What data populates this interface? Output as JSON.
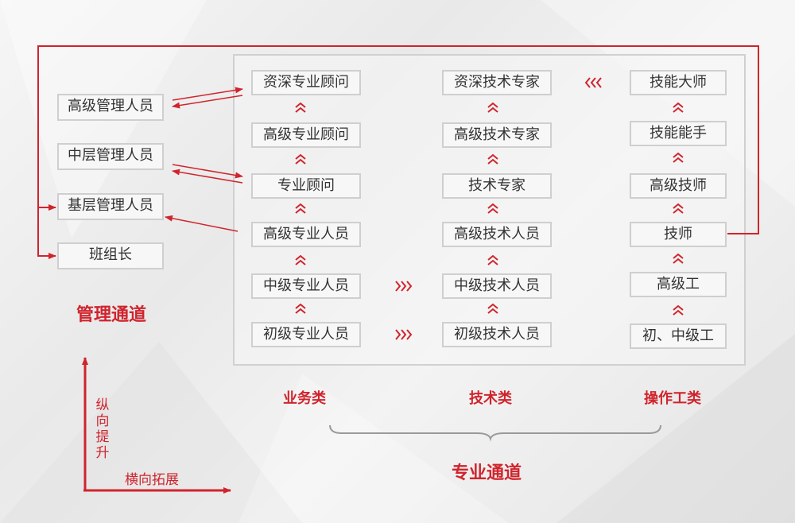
{
  "management": {
    "title": "管理通道",
    "roles": [
      "高级管理人员",
      "中层管理人员",
      "基层管理人员",
      "班组长"
    ]
  },
  "business": {
    "title": "业务类",
    "roles": [
      "资深专业顾问",
      "高级专业顾问",
      "专业顾问",
      "高级专业人员",
      "中级专业人员",
      "初级专业人员"
    ]
  },
  "technical": {
    "title": "技术类",
    "roles": [
      "资深技术专家",
      "高级技术专家",
      "技术专家",
      "高级技术人员",
      "中级技术人员",
      "初级技术人员"
    ]
  },
  "operation": {
    "title": "操作工类",
    "roles": [
      "技能大师",
      "技能能手",
      "高级技师",
      "技师",
      "高级工",
      "初、中级工"
    ]
  },
  "professional_channel": "专业通道",
  "axis": {
    "vertical": [
      "纵",
      "向",
      "提",
      "升"
    ],
    "horizontal": "横向拓展"
  },
  "colors": {
    "accent": "#d0242d",
    "box_border": "#cfcfcf",
    "box_bg": "#f7f7f7"
  }
}
